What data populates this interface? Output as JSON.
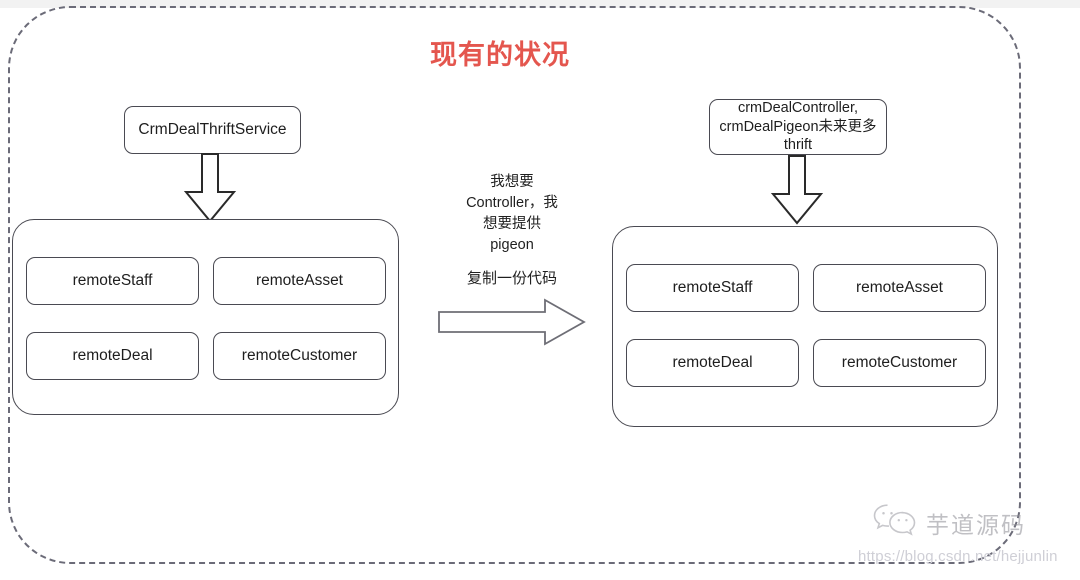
{
  "page": {
    "title": "现有的状况",
    "title_color": "#e4564e",
    "background": "#ffffff",
    "frame_style": "dashed-rounded"
  },
  "left_side": {
    "header": "CrmDealThriftService",
    "arrow": "down-block-arrow",
    "group_cells": [
      {
        "label": "remoteStaff"
      },
      {
        "label": "remoteAsset"
      },
      {
        "label": "remoteDeal"
      },
      {
        "label": "remoteCustomer"
      }
    ]
  },
  "right_side": {
    "header_lines": [
      "crmDealController,",
      "crmDealPigeon未来更多",
      "thrift"
    ],
    "arrow": "down-block-arrow",
    "group_cells": [
      {
        "label": "remoteStaff"
      },
      {
        "label": "remoteAsset"
      },
      {
        "label": "remoteDeal"
      },
      {
        "label": "remoteCustomer"
      }
    ]
  },
  "center": {
    "note_top_lines": [
      "我想要",
      "Controller，我",
      "想要提供",
      "pigeon"
    ],
    "note_middle": "复制一份代码",
    "arrow": "right-block-arrow"
  },
  "watermark": {
    "icon": "wechat-icon",
    "brand": "芋道源码",
    "url": "https://blog.csdn.net/hejjunlin"
  }
}
